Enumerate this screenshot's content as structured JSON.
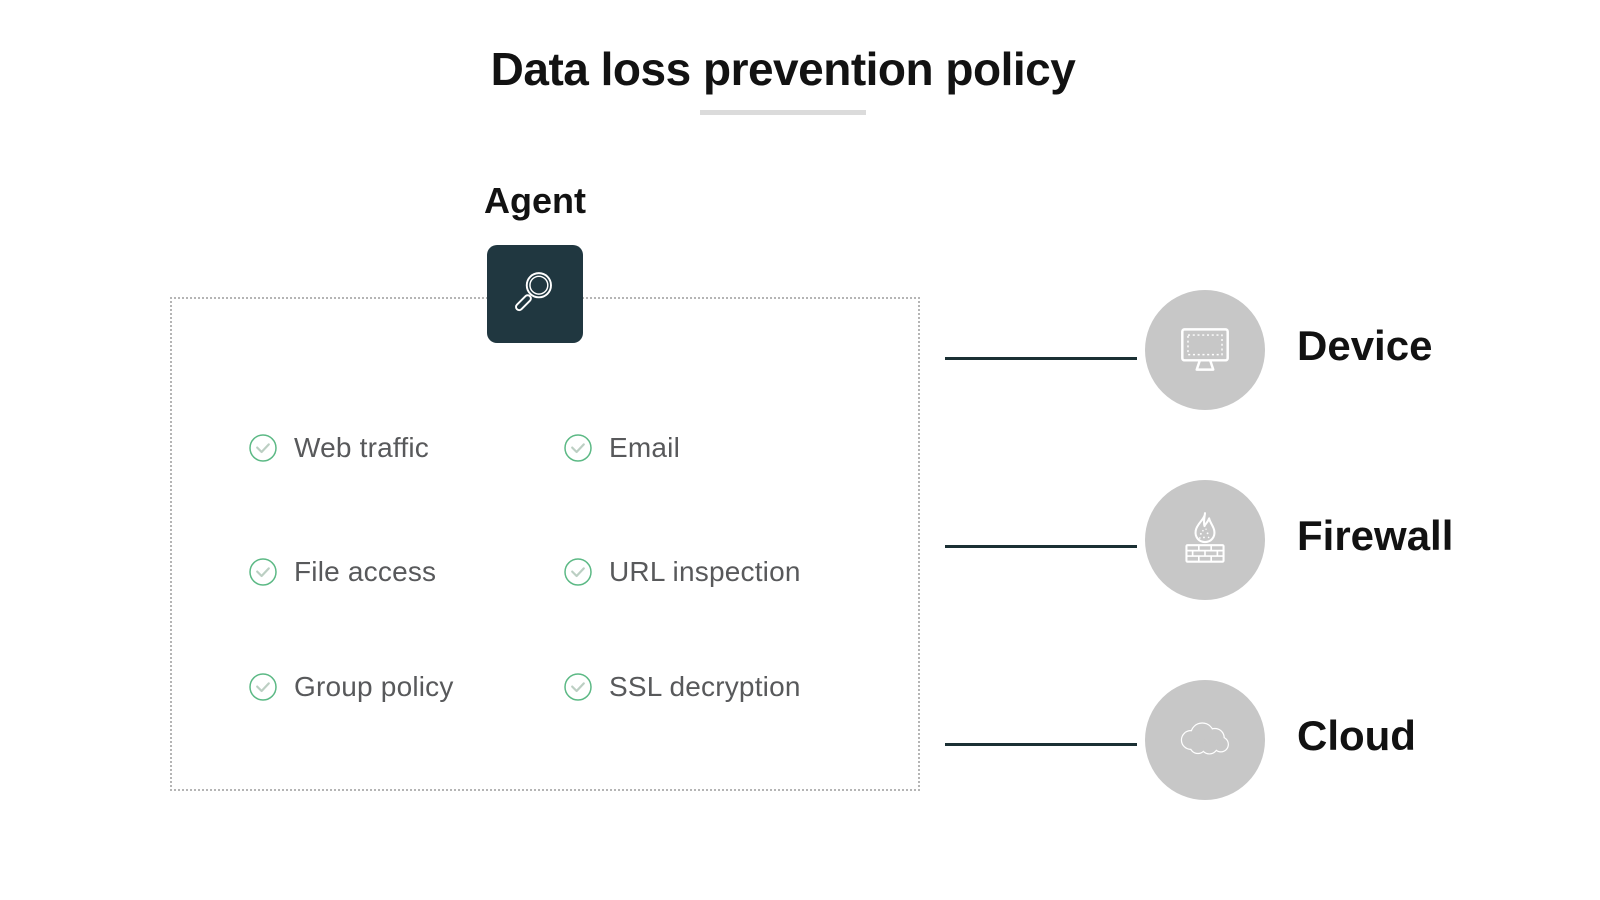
{
  "title": "Data loss prevention policy",
  "agent": {
    "label": "Agent",
    "icon": "magnifier-icon"
  },
  "checklist": {
    "items": [
      {
        "label": "Web traffic"
      },
      {
        "label": "Email"
      },
      {
        "label": "File access"
      },
      {
        "label": "URL inspection"
      },
      {
        "label": "Group policy"
      },
      {
        "label": "SSL decryption"
      }
    ]
  },
  "targets": [
    {
      "label": "Device",
      "icon": "monitor-icon"
    },
    {
      "label": "Firewall",
      "icon": "firewall-icon"
    },
    {
      "label": "Cloud",
      "icon": "cloud-icon"
    }
  ],
  "colors": {
    "agent_box": "#203740",
    "connector_line": "#1b3034",
    "target_circle": "#c7c7c7",
    "check_circle_green": "#5cb985",
    "check_mark": "#bccfc3",
    "checklist_text": "#58595b",
    "heading_text": "#121212",
    "title_underline": "#dbdbdb",
    "dotted_border": "#b5b5b5"
  }
}
